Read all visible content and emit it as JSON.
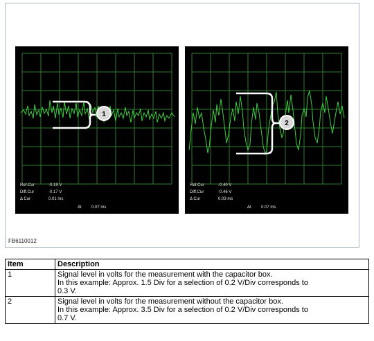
{
  "figure": {
    "code": "FB6110012",
    "left_scope": {
      "callout": "1",
      "readouts": [
        {
          "label": "Ref.Cur",
          "value": "-0.19 V"
        },
        {
          "label": "Diff.Cur",
          "value": "-0.17 V"
        },
        {
          "label": "Δ Cur",
          "value": "0.01 ms"
        }
      ],
      "dt_label": "Δt",
      "dt_value": "0.07 ms"
    },
    "right_scope": {
      "callout": "2",
      "readouts": [
        {
          "label": "Ref.Cur",
          "value": "-0.40 V"
        },
        {
          "label": "Diff.Cur",
          "value": "-0.46 V"
        },
        {
          "label": "Δ Cur",
          "value": "0.03 ms"
        }
      ],
      "dt_label": "Δt",
      "dt_value": "0.07 ms"
    },
    "colors": {
      "trace": "#3fcf3f",
      "grid": "#2f7d2f",
      "screen": "#000000"
    }
  },
  "table": {
    "headers": [
      "Item",
      "Description"
    ],
    "rows": [
      {
        "item": "1",
        "lines": [
          "Signal level in volts for the measurement with the capacitor box.",
          "In this example: Approx. 1.5 Div for a selection of 0.2 V/Div corresponds to",
          "0.3 V."
        ]
      },
      {
        "item": "2",
        "lines": [
          "Signal level in volts for the measurement without the capacitor box.",
          "In this example: Approx. 3.5 Div for a selection of 0.2 V/Div corresponds to",
          "0.7 V."
        ]
      }
    ]
  }
}
